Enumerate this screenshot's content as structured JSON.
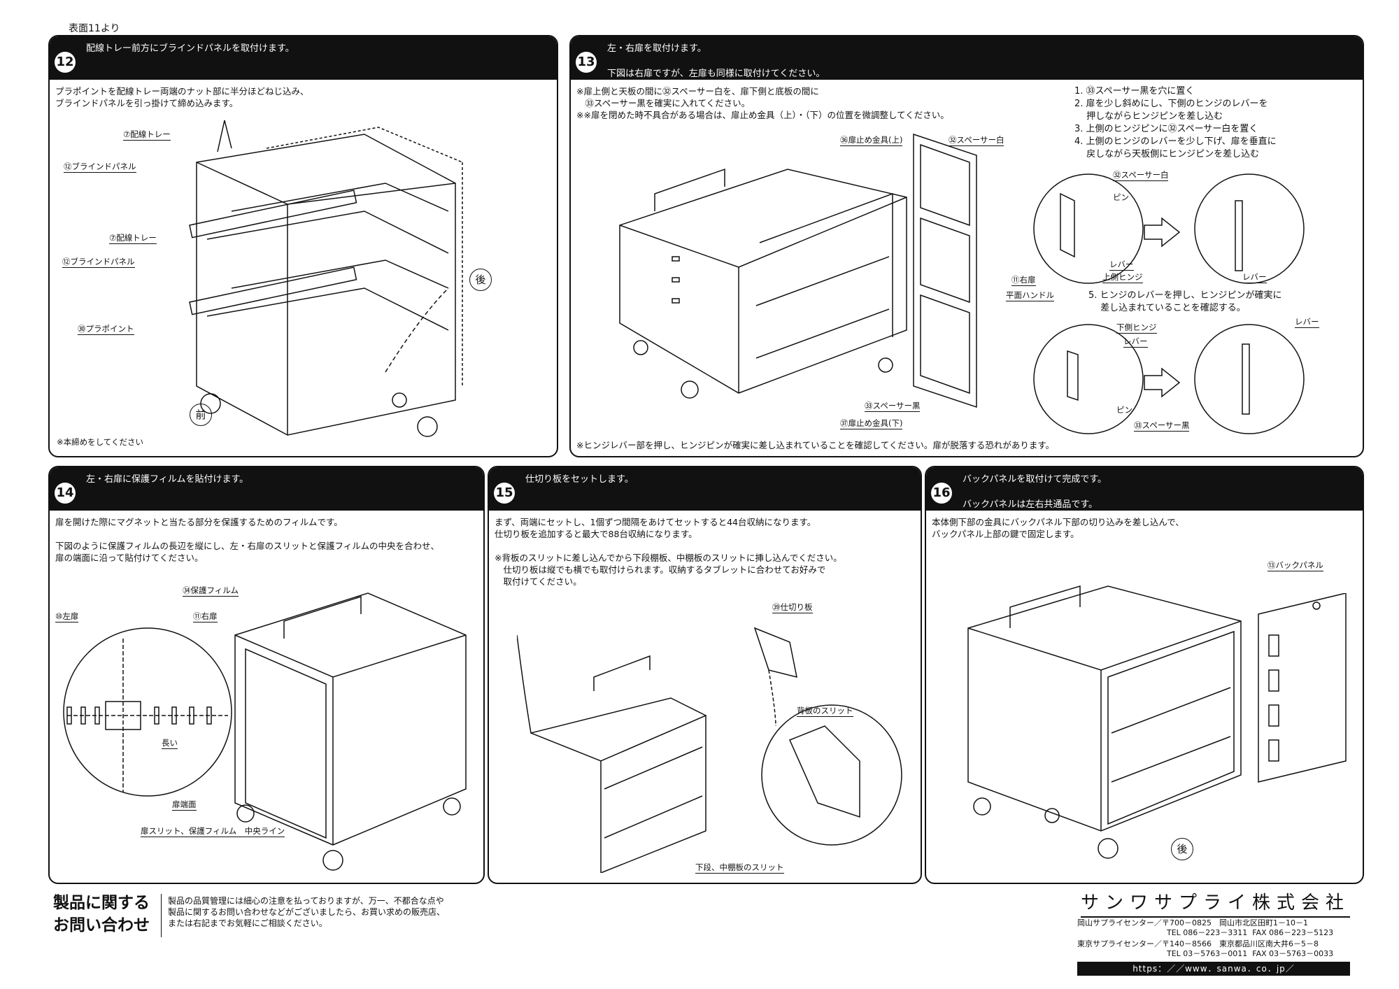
{
  "top_note": "表面11より",
  "panels": {
    "p12": {
      "number": "12",
      "title": "配線トレー前方にブラインドパネルを取付けます。",
      "body": "プラポイントを配線トレー両端のナット部に半分ほどねじ込み、\nブラインドパネルを引っ掛けて締め込みます。",
      "labels": [
        "⑦配線トレー",
        "⑫ブラインドパネル",
        "⑦配線トレー",
        "⑫ブラインドパネル",
        "㉚プラポイント"
      ],
      "front": "前",
      "back": "後",
      "note": "※本締めをしてください"
    },
    "p13": {
      "number": "13",
      "title": "左・右扉を取付けます。",
      "subtitle": "下図は右扉ですが、左扉も同様に取付けてください。",
      "notes": "※扉上側と天板の間に㉜スペーサー白を、扉下側と底板の間に\n　㉝スペーサー黒を確実に入れてください。\n※※扉を閉めた時不具合がある場合は、扉止め金具（上）・（下）の位置を微調整してください。",
      "steps": "1. ㉝スペーサー黒を穴に置く\n2. 扉を少し斜めにし、下側のヒンジのレバーを\n　 押しながらヒンジピンを差し込む\n3. 上側のヒンジピンに㉜スペーサー白を置く\n4. 上側のヒンジのレバーを少し下げ、扉を垂直に\n　 戻しながら天板側にヒンジピンを差し込む",
      "step5": "5. ヒンジのレバーを押し、ヒンジピンが確実に\n　 差し込まれていることを確認する。",
      "labels": {
        "stopper_top": "㊱扉止め金具(上)",
        "spacer_white": "㉜スペーサー白",
        "right_door": "⑪右扉",
        "handle": "平面ハンドル",
        "spacer_black": "㉝スペーサー黒",
        "stopper_bottom": "㊲扉止め金具(下)",
        "spacer_white2": "㉜スペーサー白",
        "pin": "ピン",
        "lever": "レバー",
        "upper_hinge": "上側ヒンジ",
        "lever2": "レバー",
        "lower_hinge": "下側ヒンジ",
        "lever3": "レバー",
        "lever4": "レバー",
        "pin2": "ピン",
        "spacer_black2": "㉝スペーサー黒"
      },
      "warning": "※ヒンジレバー部を押し、ヒンジピンが確実に差し込まれていることを確認してください。扉が脱落する恐れがあります。"
    },
    "p14": {
      "number": "14",
      "title": "左・右扉に保護フィルムを貼付けます。",
      "body": "扉を開けた際にマグネットと当たる部分を保護するためのフィルムです。\n\n下図のように保護フィルムの長辺を縦にし、左・右扉のスリットと保護フィルムの中央を合わせ、\n扉の端面に沿って貼付けてください。",
      "labels": {
        "film": "㉞保護フィルム",
        "left_door": "⑩左扉",
        "right_door": "⑪右扉",
        "long": "長い",
        "door_edge": "扉端面",
        "center_line": "扉スリット、保護フィルム　中央ライン"
      }
    },
    "p15": {
      "number": "15",
      "title": "仕切り板をセットします。",
      "body": "まず、両端にセットし、1個ずつ間隔をあけてセットすると44台収納になります。\n仕切り板を追加すると最大で88台収納になります。\n\n※背板のスリットに差し込んでから下段棚板、中棚板のスリットに挿し込んでください。\n　仕切り板は縦でも横でも取付けられます。収納するタブレットに合わせてお好みで\n　取付けてください。",
      "labels": {
        "divider": "㊴仕切り板",
        "back_slit": "背板のスリット",
        "shelf_slit": "下段、中棚板のスリット"
      }
    },
    "p16": {
      "number": "16",
      "title": "バックパネルを取付けて完成です。",
      "subtitle": "バックパネルは左右共通品です。",
      "body": "本体側下部の金具にバックパネル下部の切り込みを差し込んで、\nバックパネル上部の鍵で固定します。",
      "labels": {
        "back_panel": "⑬バックパネル",
        "back": "後"
      }
    }
  },
  "footer": {
    "inquiry": "製品に関する\nお問い合わせ",
    "text": "製品の品質管理には細心の注意を払っておりますが、万一、不都合な点や\n製品に関するお問い合わせなどがございましたら、お買い求めの販売店、\nまたは右記までお気軽にご相談ください。",
    "company": "サンワサプライ株式会社",
    "okayama": "岡山サプライセンター／〒700－0825　岡山市北区田町1－10－1",
    "okayama_tel": "TEL 086－223－3311  FAX 086－223－5123",
    "tokyo": "東京サプライセンター／〒140－8566　東京都品川区南大井6－5－8",
    "tokyo_tel": "TEL 03－5763－0011  FAX 03－5763－0033",
    "url": "https：／／www．sanwa．co．jp／"
  }
}
